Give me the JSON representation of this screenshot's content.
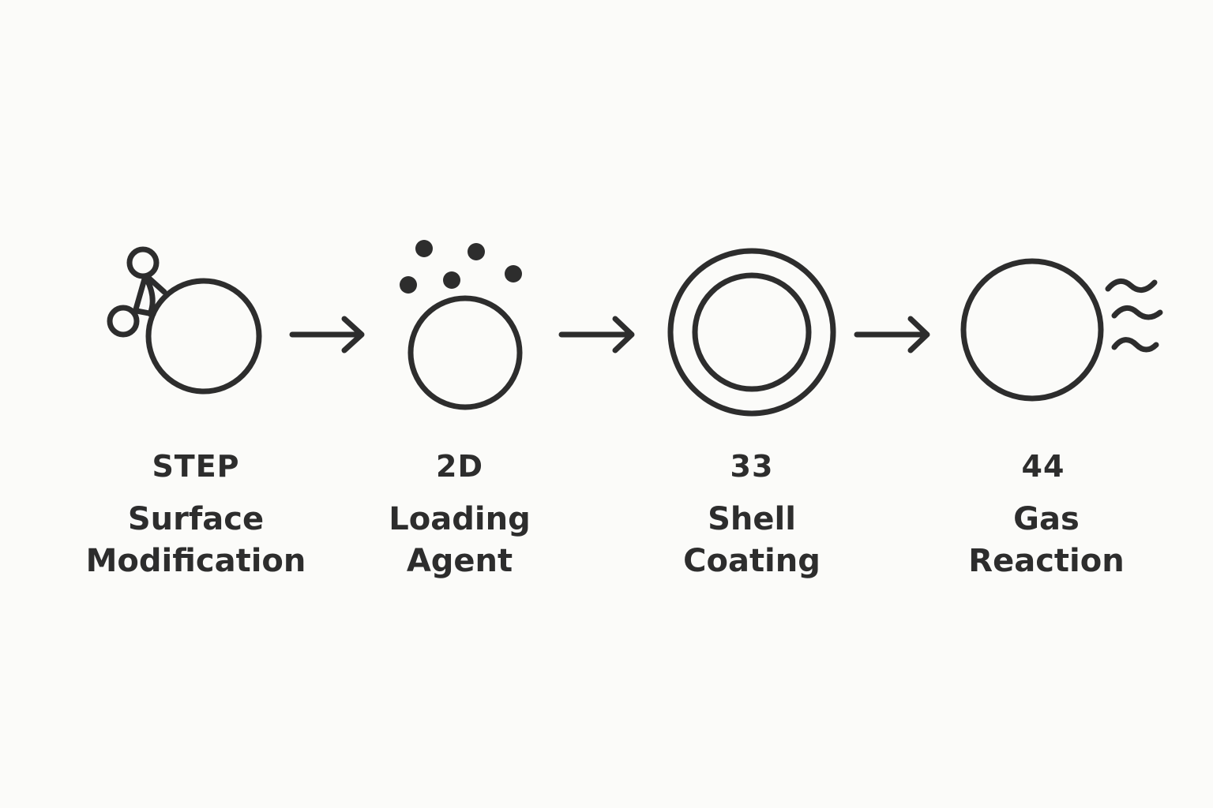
{
  "steps": [
    {
      "number": "STEP",
      "title_line1": "Surface",
      "title_line2": "Modification",
      "icon": "surface-modification-icon"
    },
    {
      "number": "2D",
      "title_line1": "Loading",
      "title_line2": "Agent",
      "icon": "loading-agent-icon"
    },
    {
      "number": "33",
      "title_line1": "Shell",
      "title_line2": "Coating",
      "icon": "shell-coating-icon"
    },
    {
      "number": "44",
      "title_line1": "Gas",
      "title_line2": "Reaction",
      "icon": "gas-reaction-icon"
    }
  ],
  "arrows": [
    "arrow-right-icon",
    "arrow-right-icon",
    "arrow-right-icon"
  ],
  "colors": {
    "ink": "#2d2d2d",
    "background": "#fbfbf9"
  }
}
